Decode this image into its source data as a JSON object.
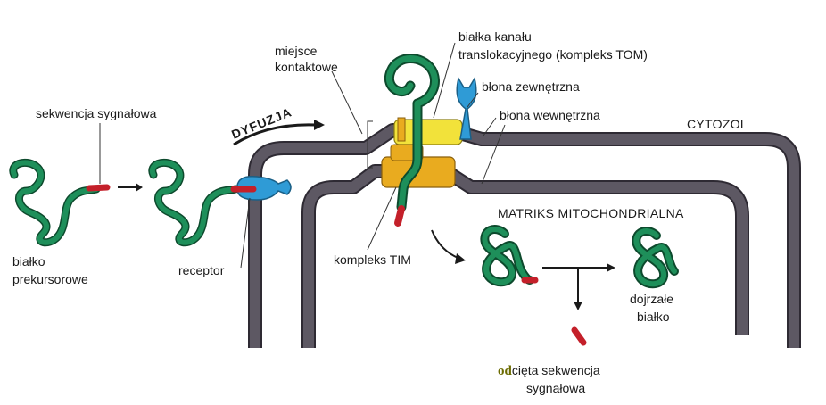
{
  "colors": {
    "membrane_fill": "#5d5863",
    "membrane_edge": "#2e2a33",
    "protein": "#1e8f5a",
    "protein_edge": "#0d4a2d",
    "signal": "#c4202a",
    "receptor": "#2f9bd6",
    "tom": "#f2e23a",
    "tim": "#e9ab1f",
    "highlight_od": "#6b6b00"
  },
  "labels": {
    "signal_sequence": "sekwencja sygnałowa",
    "precursor_line1": "białko",
    "precursor_line2": "prekursorowe",
    "receptor": "receptor",
    "diffusion": "DYFUZJA",
    "contact_site_line1": "miejsce",
    "contact_site_line2": "kontaktowe",
    "tom_line1": "białka kanału",
    "tom_line2": "translokacyjnego (kompleks TOM)",
    "outer_membrane": "błona zewnętrzna",
    "inner_membrane": "błona wewnętrzna",
    "cytosol": "CYTOZOL",
    "matrix": "MATRIKS MITOCHONDRIALNA",
    "tim_complex": "kompleks TIM",
    "mature_line1": "dojrzałe",
    "mature_line2": "białko",
    "cleaved_prefix": "od",
    "cleaved_rest": "cięta sekwencja",
    "cleaved_line2": "sygnałowa"
  }
}
